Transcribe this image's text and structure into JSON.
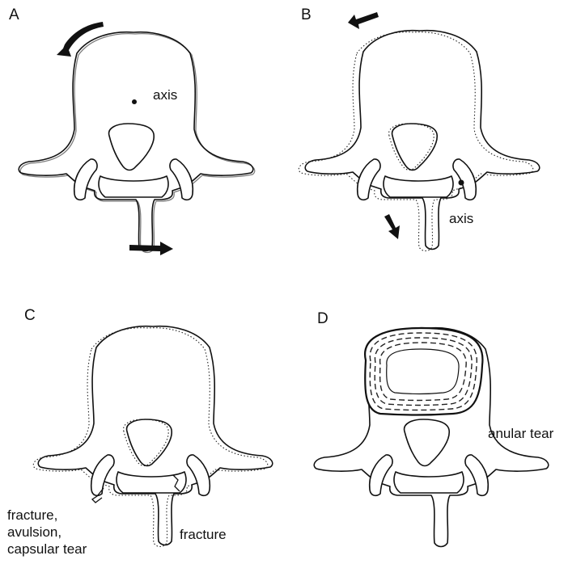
{
  "panels": [
    {
      "letter": "A",
      "labels": [
        "axis"
      ]
    },
    {
      "letter": "B",
      "labels": [
        "axis"
      ]
    },
    {
      "letter": "C",
      "labels": [
        "fracture,",
        "avulsion,",
        "capsular tear",
        "fracture"
      ]
    },
    {
      "letter": "D",
      "labels": [
        "anular tear"
      ]
    }
  ],
  "icons": [
    "curved-arrow-icon",
    "straight-arrow-icon",
    "axis-dot-icon"
  ]
}
